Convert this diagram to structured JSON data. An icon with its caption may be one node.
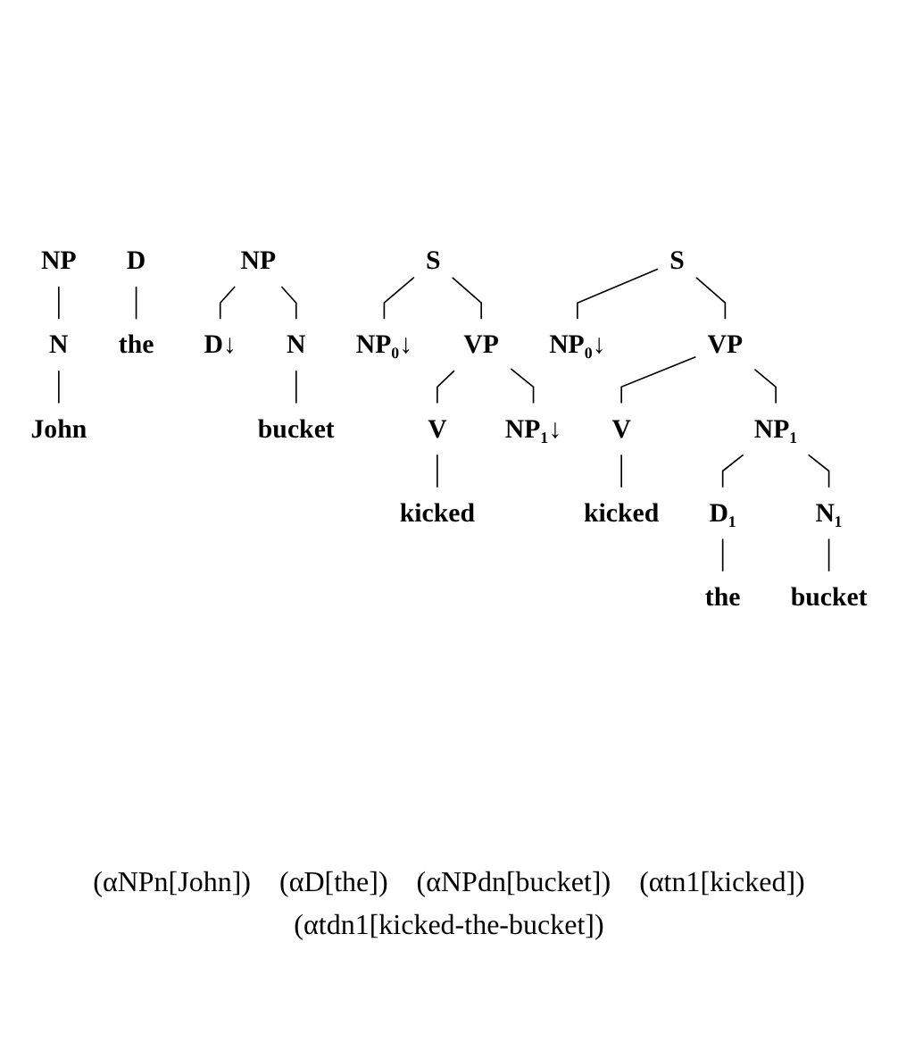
{
  "diagram": {
    "nodes": [
      {
        "text": [
          "NP"
        ]
      },
      {
        "text": [
          "N"
        ]
      },
      {
        "text": [
          "John"
        ]
      },
      {
        "text": [
          "D"
        ]
      },
      {
        "text": [
          "the"
        ]
      },
      {
        "text": [
          "NP"
        ]
      },
      {
        "text": [
          "D↓"
        ]
      },
      {
        "text": [
          "N"
        ]
      },
      {
        "text": [
          "bucket"
        ]
      },
      {
        "text": [
          "S"
        ]
      },
      {
        "text": [
          "NP₀↓"
        ]
      },
      {
        "text": [
          "VP"
        ]
      },
      {
        "text": [
          "V"
        ]
      },
      {
        "text": [
          "NP₁↓"
        ]
      },
      {
        "text": [
          "kicked"
        ]
      },
      {
        "text": [
          "S"
        ]
      },
      {
        "text": [
          "NP₀↓"
        ]
      },
      {
        "text": [
          "VP"
        ]
      },
      {
        "text": [
          "V"
        ]
      },
      {
        "text": [
          "NP₁"
        ]
      },
      {
        "text": [
          "kicked"
        ]
      },
      {
        "text": [
          "D₁"
        ]
      },
      {
        "text": [
          "N₁"
        ]
      },
      {
        "text": [
          "the"
        ]
      },
      {
        "text": [
          "bucket"
        ]
      }
    ],
    "edges": [
      {
        "from": 0,
        "to": 1,
        "arrow": "none"
      },
      {
        "from": 1,
        "to": 2,
        "arrow": "none"
      },
      {
        "from": 3,
        "to": 4,
        "arrow": "none"
      },
      {
        "from": 5,
        "to": 6,
        "arrow": "none"
      },
      {
        "from": 5,
        "to": 7,
        "arrow": "none"
      },
      {
        "from": 7,
        "to": 8,
        "arrow": "none"
      },
      {
        "from": 9,
        "to": 10,
        "arrow": "none"
      },
      {
        "from": 9,
        "to": 11,
        "arrow": "none"
      },
      {
        "from": 11,
        "to": 12,
        "arrow": "none"
      },
      {
        "from": 11,
        "to": 13,
        "arrow": "none"
      },
      {
        "from": 12,
        "to": 14,
        "arrow": "none"
      },
      {
        "from": 15,
        "to": 16,
        "arrow": "none"
      },
      {
        "from": 15,
        "to": 17,
        "arrow": "none"
      },
      {
        "from": 17,
        "to": 18,
        "arrow": "none"
      },
      {
        "from": 17,
        "to": 19,
        "arrow": "none"
      },
      {
        "from": 18,
        "to": 20,
        "arrow": "none"
      },
      {
        "from": 19,
        "to": 21,
        "arrow": "none"
      },
      {
        "from": 19,
        "to": 22,
        "arrow": "none"
      },
      {
        "from": 21,
        "to": 23,
        "arrow": "none"
      },
      {
        "from": 22,
        "to": 24,
        "arrow": "none"
      }
    ],
    "labels": [
      "(αNPn[John])",
      "(αD[the])",
      "(αNPdn[bucket])",
      "(αtn1[kicked])",
      "(αtdn1[kicked-the-bucket])"
    ]
  }
}
